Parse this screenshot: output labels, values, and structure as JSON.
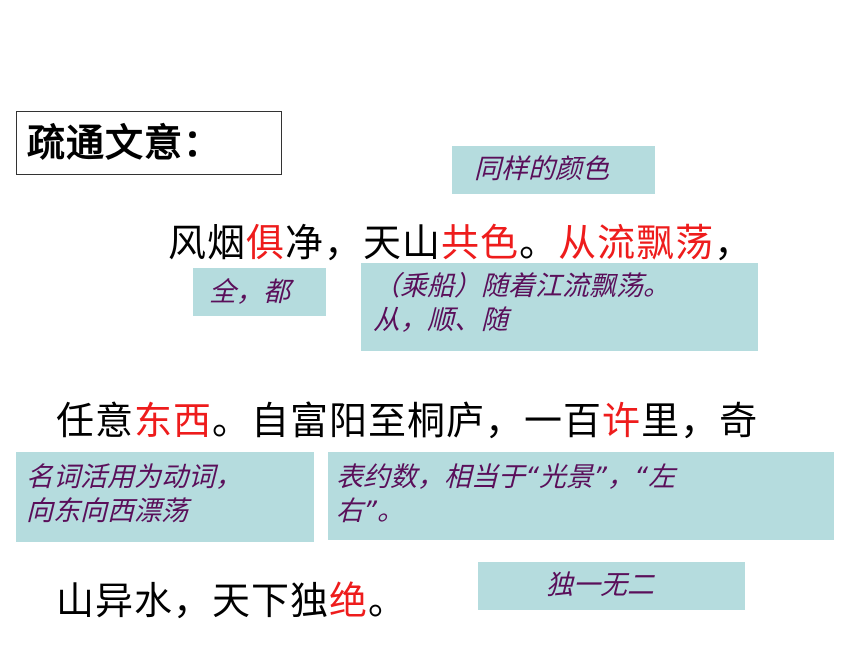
{
  "title": "疏通文意：",
  "lines": [
    [
      {
        "t": "风烟",
        "hl": false
      },
      {
        "t": "俱",
        "hl": true
      },
      {
        "t": "净，天山",
        "hl": false
      },
      {
        "t": "共色",
        "hl": true
      },
      {
        "t": "。",
        "hl": false
      },
      {
        "t": "从流飘荡",
        "hl": true
      },
      {
        "t": "，",
        "hl": false
      }
    ],
    [
      {
        "t": "任意",
        "hl": false
      },
      {
        "t": "东西",
        "hl": true
      },
      {
        "t": "。自富阳至桐庐，一百",
        "hl": false
      },
      {
        "t": "许",
        "hl": true
      },
      {
        "t": "里，奇",
        "hl": false
      }
    ],
    [
      {
        "t": "山异水，天下独",
        "hl": false
      },
      {
        "t": "绝",
        "hl": true
      },
      {
        "t": "。",
        "hl": false
      }
    ]
  ],
  "notes": {
    "tongyang": "同样的颜色",
    "quan": "全，都",
    "chengchuan_line1": "（乘船）随着江流飘荡。",
    "chengchuan_line2": "从，顺、随",
    "mingci_line1": "名词活用为动词，",
    "mingci_line2": "向东向西漂荡",
    "yueshu_line1": "表约数，相当于“光景”，“左",
    "yueshu_line2": "右”。",
    "duyi": "独一无二"
  },
  "colors": {
    "highlight": "#ee1c1c",
    "note_bg": "#b5dcde",
    "note_text": "#5a0f5a"
  }
}
